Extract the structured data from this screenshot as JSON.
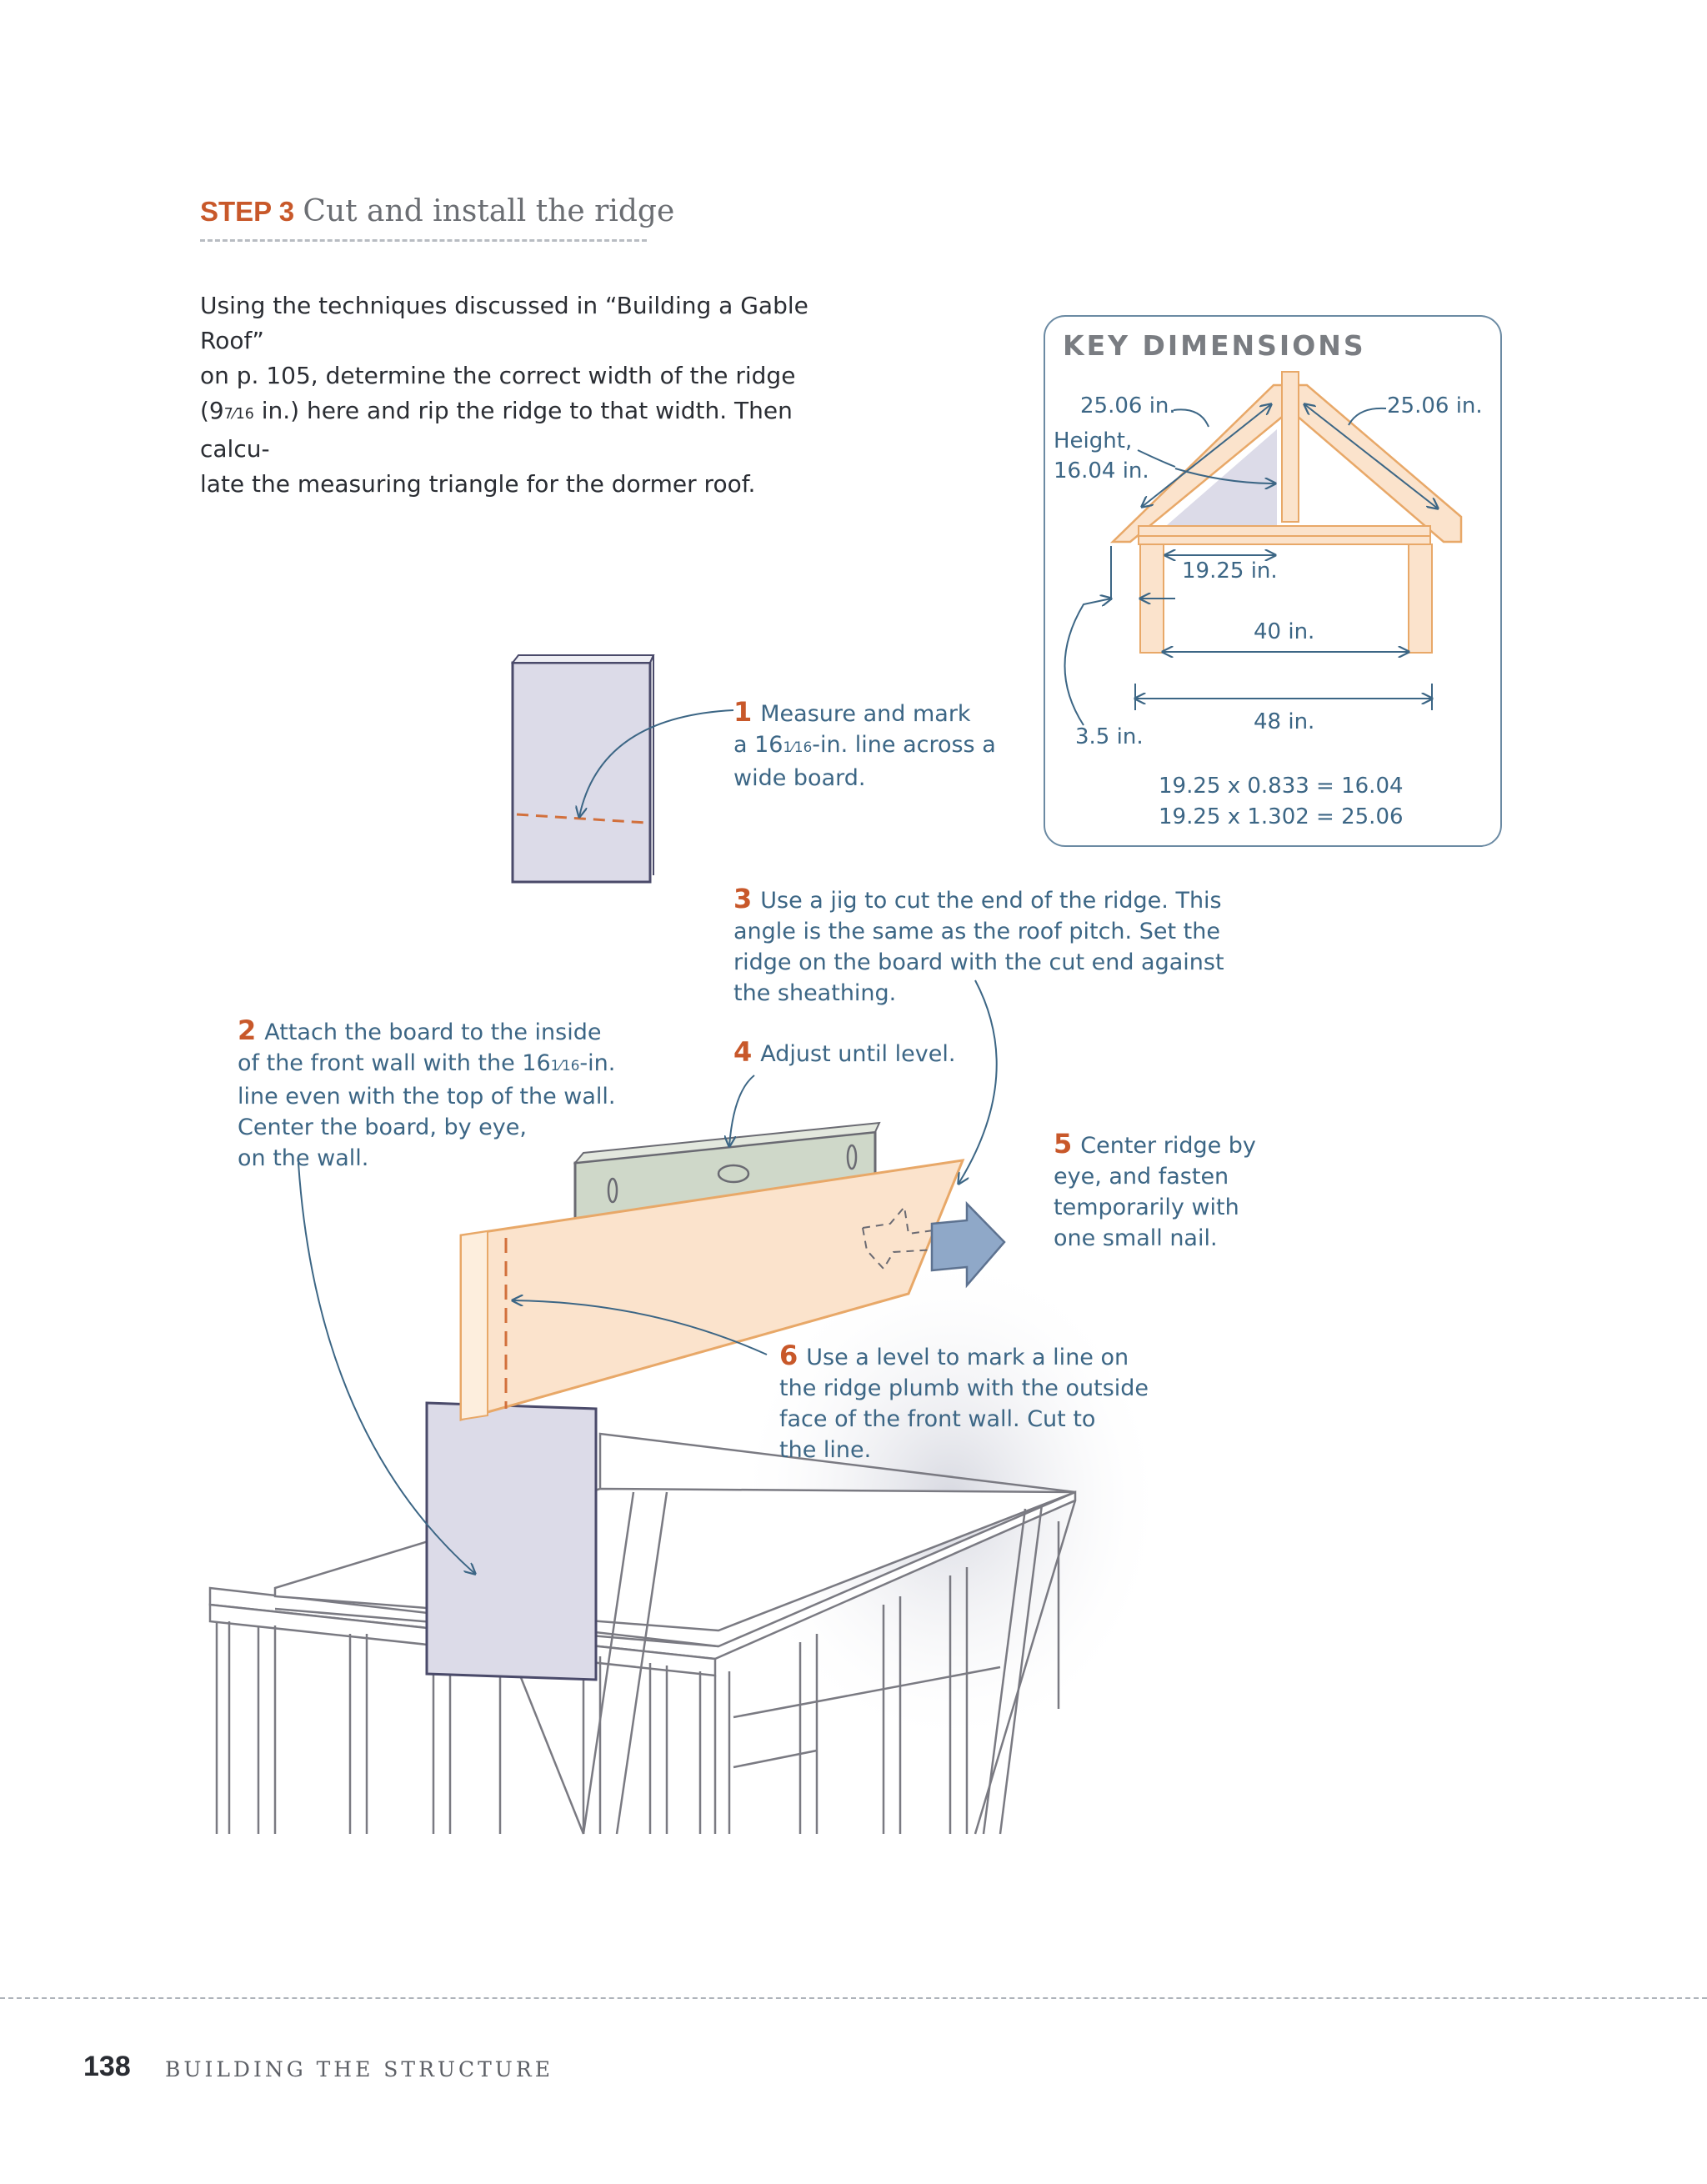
{
  "step": {
    "label": "STEP 3",
    "title": "Cut and install the ridge"
  },
  "intro": {
    "line1": "Using the techniques discussed in “Building a Gable Roof”",
    "line2": "on p. 105, determine the correct width of the ridge",
    "line3_pre": "(9",
    "line3_frac": "7⁄16",
    "line3_post": " in.) here and rip the ridge to that width. Then calcu-",
    "line4": "late the measuring triangle for the dormer roof."
  },
  "key_dimensions": {
    "title": "KEY DIMENSIONS",
    "rafter_left": "25.06 in.",
    "rafter_right": "25.06 in.",
    "height_label": "Height,",
    "height_value": "16.04 in.",
    "run": "19.25 in.",
    "inner_width": "40 in.",
    "outer_width": "48 in.",
    "stud": "3.5 in.",
    "calc1": "19.25 x 0.833 = 16.04",
    "calc2": "19.25 x 1.302 = 25.06"
  },
  "callouts": {
    "c1": {
      "num": "1",
      "l1": "Measure and mark",
      "l2_pre": "a 16",
      "l2_frac": "1⁄16",
      "l2_post": "-in. line across a",
      "l3": "wide board."
    },
    "c2": {
      "num": "2",
      "l1": "Attach the board to the inside",
      "l2_pre": "of the front wall with the 16",
      "l2_frac": "1⁄16",
      "l2_post": "-in.",
      "l3": "line even with the top of the wall.",
      "l4": "Center the board, by eye,",
      "l5": "on the wall."
    },
    "c3": {
      "num": "3",
      "l1": "Use a jig to cut the end of the ridge. This",
      "l2": "angle is the same as the roof pitch. Set the",
      "l3": "ridge on the board with the cut end against",
      "l4": "the sheathing."
    },
    "c4": {
      "num": "4",
      "l1": "Adjust until level."
    },
    "c5": {
      "num": "5",
      "l1": "Center ridge by",
      "l2": "eye, and fasten",
      "l3": "temporarily with",
      "l4": "one small nail."
    },
    "c6": {
      "num": "6",
      "l1": "Use a level to mark a line on",
      "l2": "the ridge plumb with the outside",
      "l3": "face of the front wall. Cut to",
      "l4": "the line."
    }
  },
  "footer": {
    "page_number": "138",
    "running_head": "BUILDING THE STRUCTURE"
  },
  "colors": {
    "accent": "#c8582a",
    "callout_text": "#3c6685",
    "ridge_fill": "#fbe3cc",
    "ridge_stroke": "#e8a868",
    "board_fill": "#dcdbe8",
    "level_fill": "#cfd8c9",
    "arrow_fill": "#8fa8c8"
  }
}
